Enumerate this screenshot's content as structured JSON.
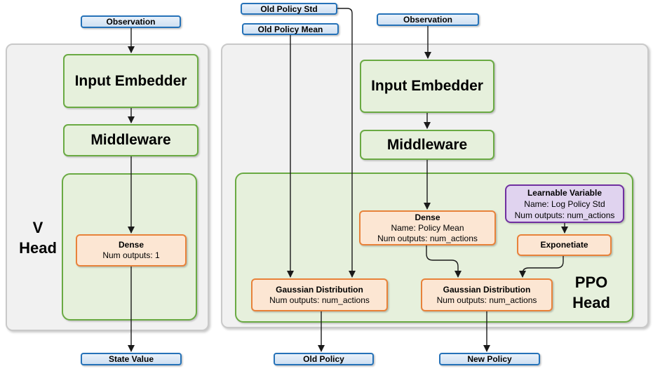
{
  "diagram": {
    "v_network": {
      "observation": "Observation",
      "input_embedder": "Input Embedder",
      "middleware": "Middleware",
      "head_label_line1": "V",
      "head_label_line2": "Head",
      "dense": {
        "title": "Dense",
        "outputs": "Num outputs: 1"
      },
      "state_value": "State Value"
    },
    "ppo_network": {
      "old_policy_std": "Old Policy Std",
      "old_policy_mean": "Old Policy Mean",
      "observation": "Observation",
      "input_embedder": "Input Embedder",
      "middleware": "Middleware",
      "dense": {
        "title": "Dense",
        "name": "Name: Policy Mean",
        "outputs": "Num outputs: num_actions"
      },
      "learnable_variable": {
        "title": "Learnable Variable",
        "name": "Name: Log Policy Std",
        "outputs": "Num outputs: num_actions"
      },
      "exponentiate": "Exponetiate",
      "gaussian_old": {
        "title": "Gaussian Distribution",
        "outputs": "Num outputs: num_actions"
      },
      "gaussian_new": {
        "title": "Gaussian Distribution",
        "outputs": "Num outputs: num_actions"
      },
      "head_label_line1": "PPO",
      "head_label_line2": "Head",
      "old_policy": "Old Policy",
      "new_policy": "New Policy"
    },
    "colors": {
      "blue_border": "#2572b8",
      "blue_fill": "#cfe0f2",
      "green_border": "#6aaa43",
      "green_fill": "#e6f0dc",
      "orange_border": "#e8823a",
      "orange_fill": "#fce6d3",
      "purple_border": "#7030a0",
      "purple_fill": "#e0d3ef",
      "container_fill": "#f1f1f1",
      "container_border": "#c9c9c9",
      "arrow": "#1a1a1a"
    }
  }
}
